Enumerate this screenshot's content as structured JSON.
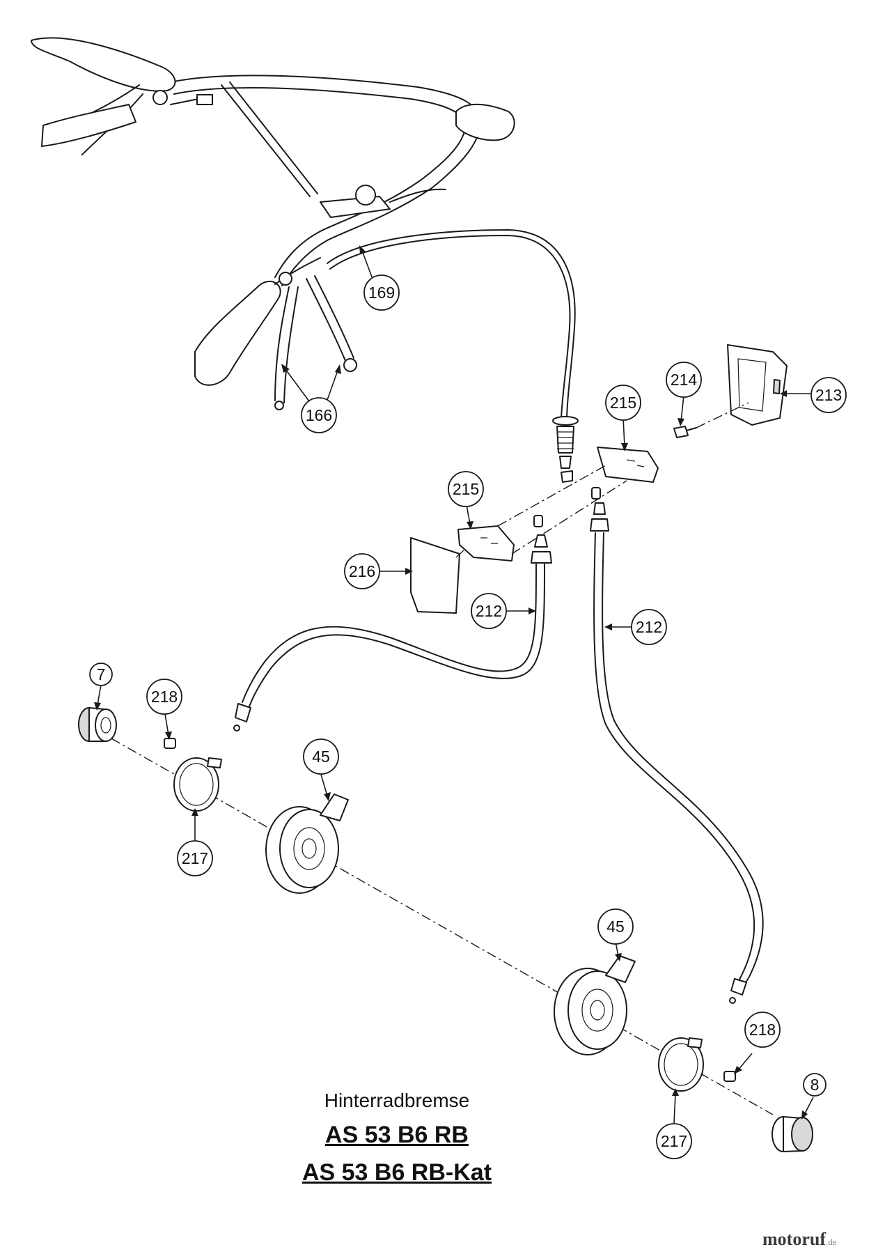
{
  "diagram": {
    "subtitle": "Hinterradbremse",
    "models": [
      "AS 53 B6 RB",
      "AS 53 B6 RB-Kat"
    ],
    "logo": {
      "text": "motoruf",
      "tld": ".de"
    },
    "callouts": [
      {
        "id": "c169",
        "label": "169"
      },
      {
        "id": "c166",
        "label": "166"
      },
      {
        "id": "c214",
        "label": "214"
      },
      {
        "id": "c213",
        "label": "213"
      },
      {
        "id": "c215a",
        "label": "215"
      },
      {
        "id": "c215b",
        "label": "215"
      },
      {
        "id": "c216",
        "label": "216"
      },
      {
        "id": "c212a",
        "label": "212"
      },
      {
        "id": "c212b",
        "label": "212"
      },
      {
        "id": "c7",
        "label": "7"
      },
      {
        "id": "c218a",
        "label": "218"
      },
      {
        "id": "c45a",
        "label": "45"
      },
      {
        "id": "c217a",
        "label": "217"
      },
      {
        "id": "c45b",
        "label": "45"
      },
      {
        "id": "c218b",
        "label": "218"
      },
      {
        "id": "c8",
        "label": "8"
      },
      {
        "id": "c217b",
        "label": "217"
      }
    ]
  }
}
